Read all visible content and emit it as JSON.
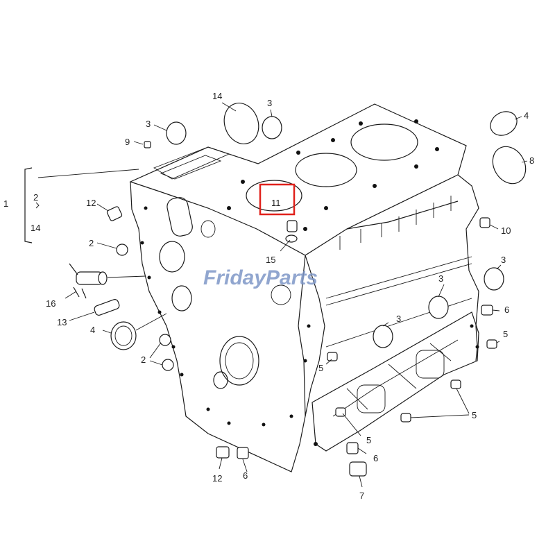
{
  "watermark": {
    "brand_text": "FridayParts",
    "brand_color": "#7e97c7"
  },
  "highlight": {
    "part_number": "11",
    "color": "#e0211b"
  },
  "callouts": {
    "c1": "1",
    "c2_bracket": "2",
    "c14_bracket": "14",
    "c14_top": "14",
    "c3_top": "3",
    "c3_left": "3",
    "c9": "9",
    "c4_right": "4",
    "c8": "8",
    "c12_top": "12",
    "c2_mid": "2",
    "c15": "15",
    "c10": "10",
    "c3_right": "3",
    "c16": "16",
    "c3_center": "3",
    "c13": "13",
    "c6_right": "6",
    "c3_lower": "3",
    "c4_left": "4",
    "c5_right": "5",
    "c2_lower": "2",
    "c5_mid": "5",
    "c5_lower_right": "5",
    "c5_bottom": "5",
    "c6_bottom": "6",
    "c12_bottom": "12",
    "c6_left_bottom": "6",
    "c7": "7"
  }
}
